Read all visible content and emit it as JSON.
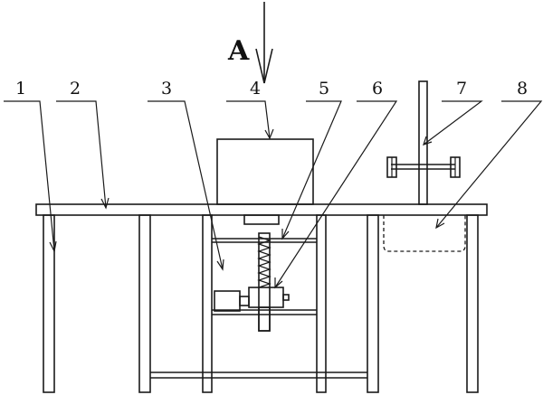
{
  "view_label": "A",
  "callouts": [
    {
      "number": "1"
    },
    {
      "number": "2"
    },
    {
      "number": "3"
    },
    {
      "number": "4"
    },
    {
      "number": "5"
    },
    {
      "number": "6"
    },
    {
      "number": "7"
    },
    {
      "number": "8"
    }
  ]
}
